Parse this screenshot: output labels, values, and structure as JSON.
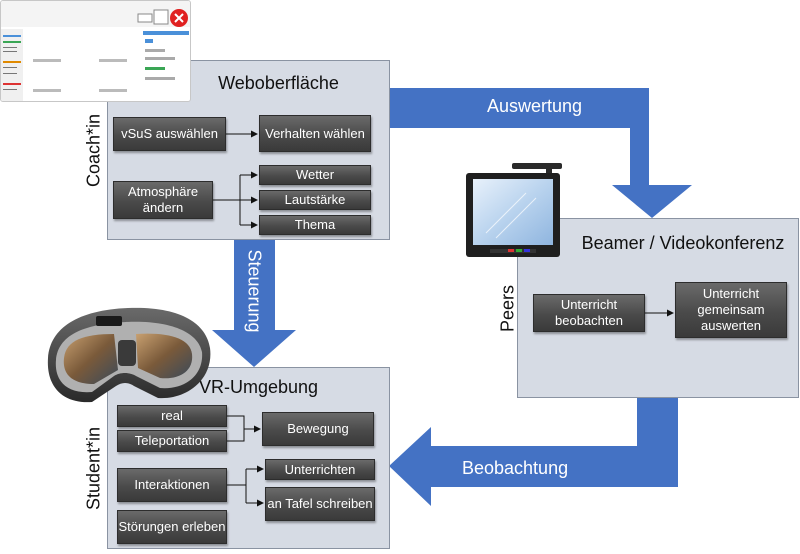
{
  "web_panel": {
    "title": "Weboberfläche",
    "side_label": "Coach*in",
    "boxes": {
      "select_students": "vSuS auswählen",
      "select_behavior": "Verhalten wählen",
      "change_atmosphere": "Atmosphäre ändern",
      "weather": "Wetter",
      "volume": "Lautstärke",
      "topic": "Thema"
    }
  },
  "beamer_panel": {
    "title": "Beamer / Videokonferenz",
    "side_label": "Peers",
    "boxes": {
      "observe_lesson": "Unterricht beobachten",
      "evaluate_together": "Unterricht gemeinsam auswerten"
    }
  },
  "vr_panel": {
    "title": "VR-Umgebung",
    "side_label": "Student*in",
    "boxes": {
      "real": "real",
      "teleportation": "Teleportation",
      "movement": "Bewegung",
      "interactions": "Interaktionen",
      "teaching": "Unterrichten",
      "board_writing": "an Tafel schreiben",
      "disruptions": "Störungen erleben"
    }
  },
  "arrows": {
    "evaluation": "Auswertung",
    "control": "Steuerung",
    "observation": "Beobachtung"
  },
  "colors": {
    "arrow": "#4472c4",
    "panel": "#d6dbe4",
    "box": "#4a4a4a",
    "close_button": "#e02020"
  },
  "icons": {
    "browser_window": "browser-window-icon",
    "smartboard": "smartboard-icon",
    "vr_headset": "vr-headset-icon"
  }
}
